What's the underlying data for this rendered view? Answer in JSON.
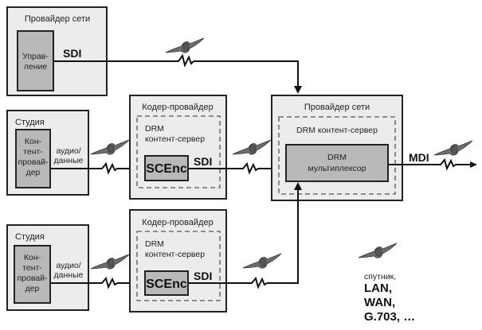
{
  "diagram": {
    "network_provider_top": {
      "title": "Провайдер сети",
      "inner_label_lines": [
        "Управ-",
        "ление"
      ],
      "link_label": "SDI"
    },
    "studio_1": {
      "title": "Студия",
      "inner_label_lines": [
        "Кон-",
        "тент-",
        "провай-",
        "дер"
      ],
      "link_label_lines": [
        "аудио/",
        "данные"
      ]
    },
    "coder_provider_1": {
      "title": "Кодер-провайдер",
      "server_label_lines": [
        "DRM",
        "контент-сервер"
      ],
      "encoder_label": "SCEnc",
      "link_label": "SDI"
    },
    "network_provider_main": {
      "title": "Провайдер сети",
      "server_label": "DRM контент-сервер",
      "multiplexer_label_lines": [
        "DRM",
        "мультиплексор"
      ],
      "output_label": "MDI"
    },
    "studio_2": {
      "title": "Студия",
      "inner_label_lines": [
        "Кон-",
        "тент-",
        "провай-",
        "дер"
      ],
      "link_label_lines": [
        "аудио/",
        "данные"
      ]
    },
    "coder_provider_2": {
      "title": "Кодер-провайдер",
      "server_label_lines": [
        "DRM",
        "контент-сервер"
      ],
      "encoder_label": "SCEnc",
      "link_label": "SDI"
    },
    "legend": {
      "icon": "satellite-icon",
      "lines": [
        "спутник,",
        "LAN,",
        "WAN,",
        "G.703, …"
      ]
    }
  }
}
